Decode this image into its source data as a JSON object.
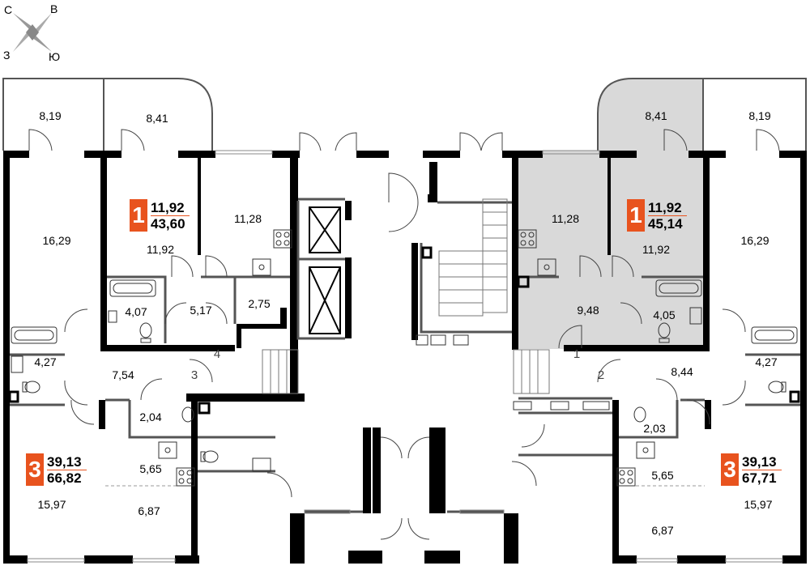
{
  "compass": {
    "north": "С",
    "east": "В",
    "west": "З",
    "south": "Ю"
  },
  "apartments": [
    {
      "id": "apt-left-1",
      "rooms": "1",
      "living_area": "11,92",
      "total_area": "43,60",
      "highlighted": false
    },
    {
      "id": "apt-right-1",
      "rooms": "1",
      "living_area": "11,92",
      "total_area": "45,14",
      "highlighted": true
    },
    {
      "id": "apt-left-3",
      "rooms": "3",
      "living_area": "39,13",
      "total_area": "66,82",
      "highlighted": false
    },
    {
      "id": "apt-right-3",
      "rooms": "3",
      "living_area": "39,13",
      "total_area": "67,71",
      "highlighted": false
    }
  ],
  "rooms": {
    "l_balcony_1": "8,19",
    "l_balcony_2": "8,41",
    "r_balcony_2": "8,41",
    "r_balcony_1": "8,19",
    "l_bed_big": "16,29",
    "l_apt1_room": "11,92",
    "l_apt1_kitchen": "11,28",
    "r_apt1_kitchen": "11,28",
    "r_apt1_room": "11,92",
    "r_bed_big": "16,29",
    "l_bath_407": "4,07",
    "l_hall_517": "5,17",
    "l_wc_275": "2,75",
    "r_hall_948": "9,48",
    "r_bath_405": "4,05",
    "l_bath_427": "4,27",
    "l_hall_754": "7,54",
    "r_hall_844": "8,44",
    "r_bath_427": "4,27",
    "l_wc_204": "2,04",
    "r_wc_203": "2,03",
    "l_kitchen_565": "5,65",
    "r_kitchen_565": "5,65",
    "l_room_1597": "15,97",
    "l_room_687": "6,87",
    "r_room_687": "6,87",
    "r_room_1597": "15,97"
  },
  "stairs": {
    "s1": "1",
    "s2": "2",
    "s3": "3",
    "s4": "4"
  },
  "colors": {
    "accent": "#e8531e",
    "highlight": "#d9d9d9",
    "wall": "#000000"
  }
}
